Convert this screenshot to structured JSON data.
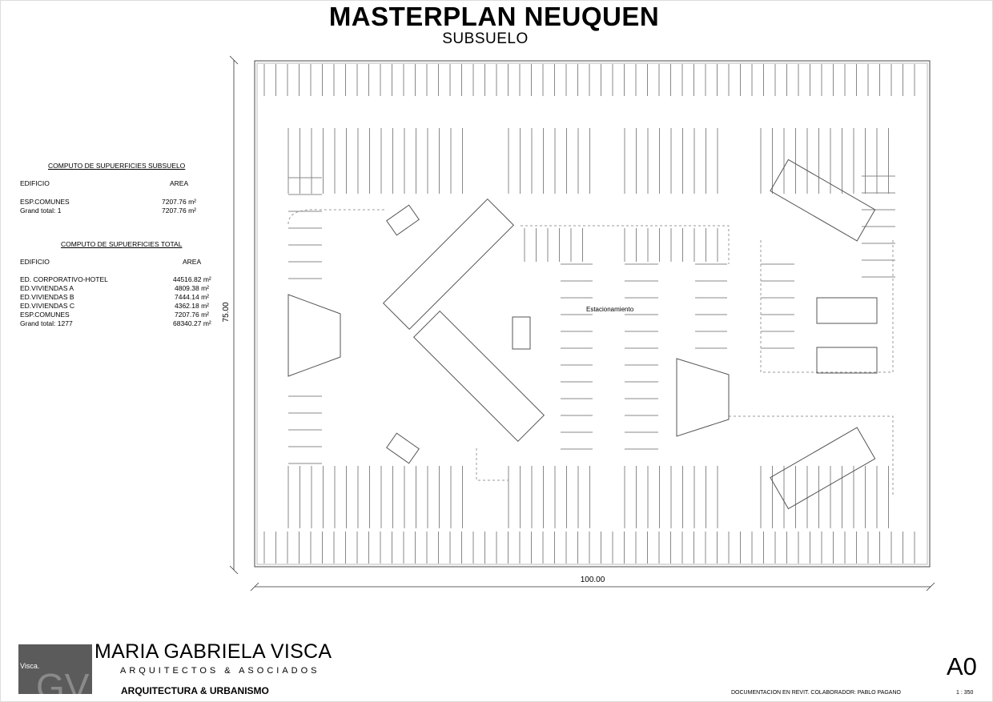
{
  "header": {
    "title": "MASTERPLAN NEUQUEN",
    "subtitle": "SUBSUELO"
  },
  "table_subsuelo": {
    "title": "COMPUTO DE SUPUERFICIES SUBSUELO",
    "col_building": "EDIFICIO",
    "col_area": "AREA",
    "rows": [
      {
        "building": "ESP.COMUNES",
        "area": "7207.76 m²"
      },
      {
        "building": "Grand total: 1",
        "area": "7207.76 m²"
      }
    ]
  },
  "table_total": {
    "title": "COMPUTO DE SUPUERFICIES TOTAL",
    "col_building": "EDIFICIO",
    "col_area": "AREA",
    "rows": [
      {
        "building": "ED. CORPORATIVO-HOTEL",
        "area": "44516.82 m²"
      },
      {
        "building": "ED.VIVIENDAS A",
        "area": "4809.38 m²"
      },
      {
        "building": "ED.VIVIENDAS B",
        "area": "7444.14 m²"
      },
      {
        "building": "ED.VIVIENDAS C",
        "area": "4362.18 m²"
      },
      {
        "building": "ESP.COMUNES",
        "area": "7207.76 m²"
      },
      {
        "building": "Grand total: 1277",
        "area": "68340.27 m²"
      }
    ]
  },
  "plan": {
    "room_label": "Estacionamiento",
    "dim_height": "75.00",
    "dim_width": "100.00"
  },
  "title_block": {
    "logo_text": "Visca.",
    "logo_monogram": "GV",
    "firm": "MARIA GABRIELA VISCA",
    "associates": "ARQUITECTOS & ASOCIADOS",
    "discipline": "ARQUITECTURA & URBANISMO",
    "sheet_size": "A0",
    "credit": "DOCUMENTACION EN REVIT. COLABORADOR: PABLO PAGANO",
    "scale": "1 : 350"
  }
}
